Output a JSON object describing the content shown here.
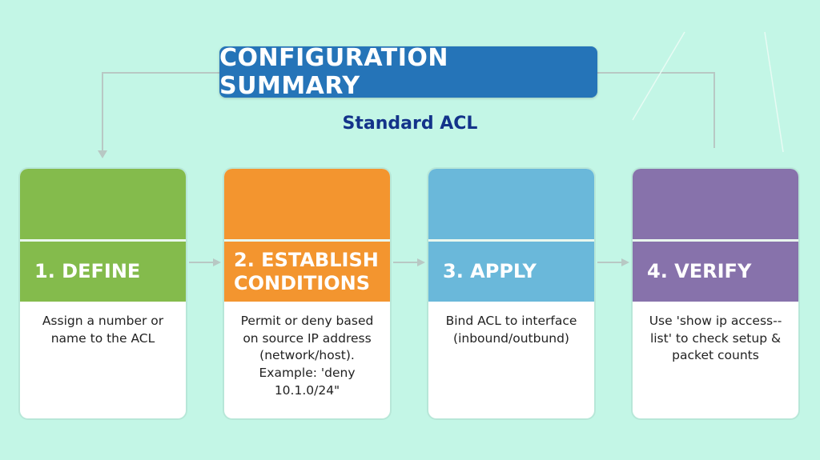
{
  "header": {
    "title": "CONFIGURATION SUMMARY",
    "subtitle": "Standard ACL"
  },
  "steps": [
    {
      "heading": "1. DEFINE",
      "text": "Assign a number or name to the ACL",
      "color": "#84bb4c"
    },
    {
      "heading": "2. ESTABLISH CONDITIONS",
      "text": "Permit or deny based on source IP address (network/host). Example: 'deny 10.1.0/24\"",
      "color": "#f3952f"
    },
    {
      "heading": "3. APPLY",
      "text": "Bind ACL to interface (inbound/outbund)",
      "color": "#6ab8da"
    },
    {
      "heading": "4. VERIFY",
      "text": "Use 'show ip access--list' to check setup & packet counts",
      "color": "#8772ab"
    }
  ]
}
